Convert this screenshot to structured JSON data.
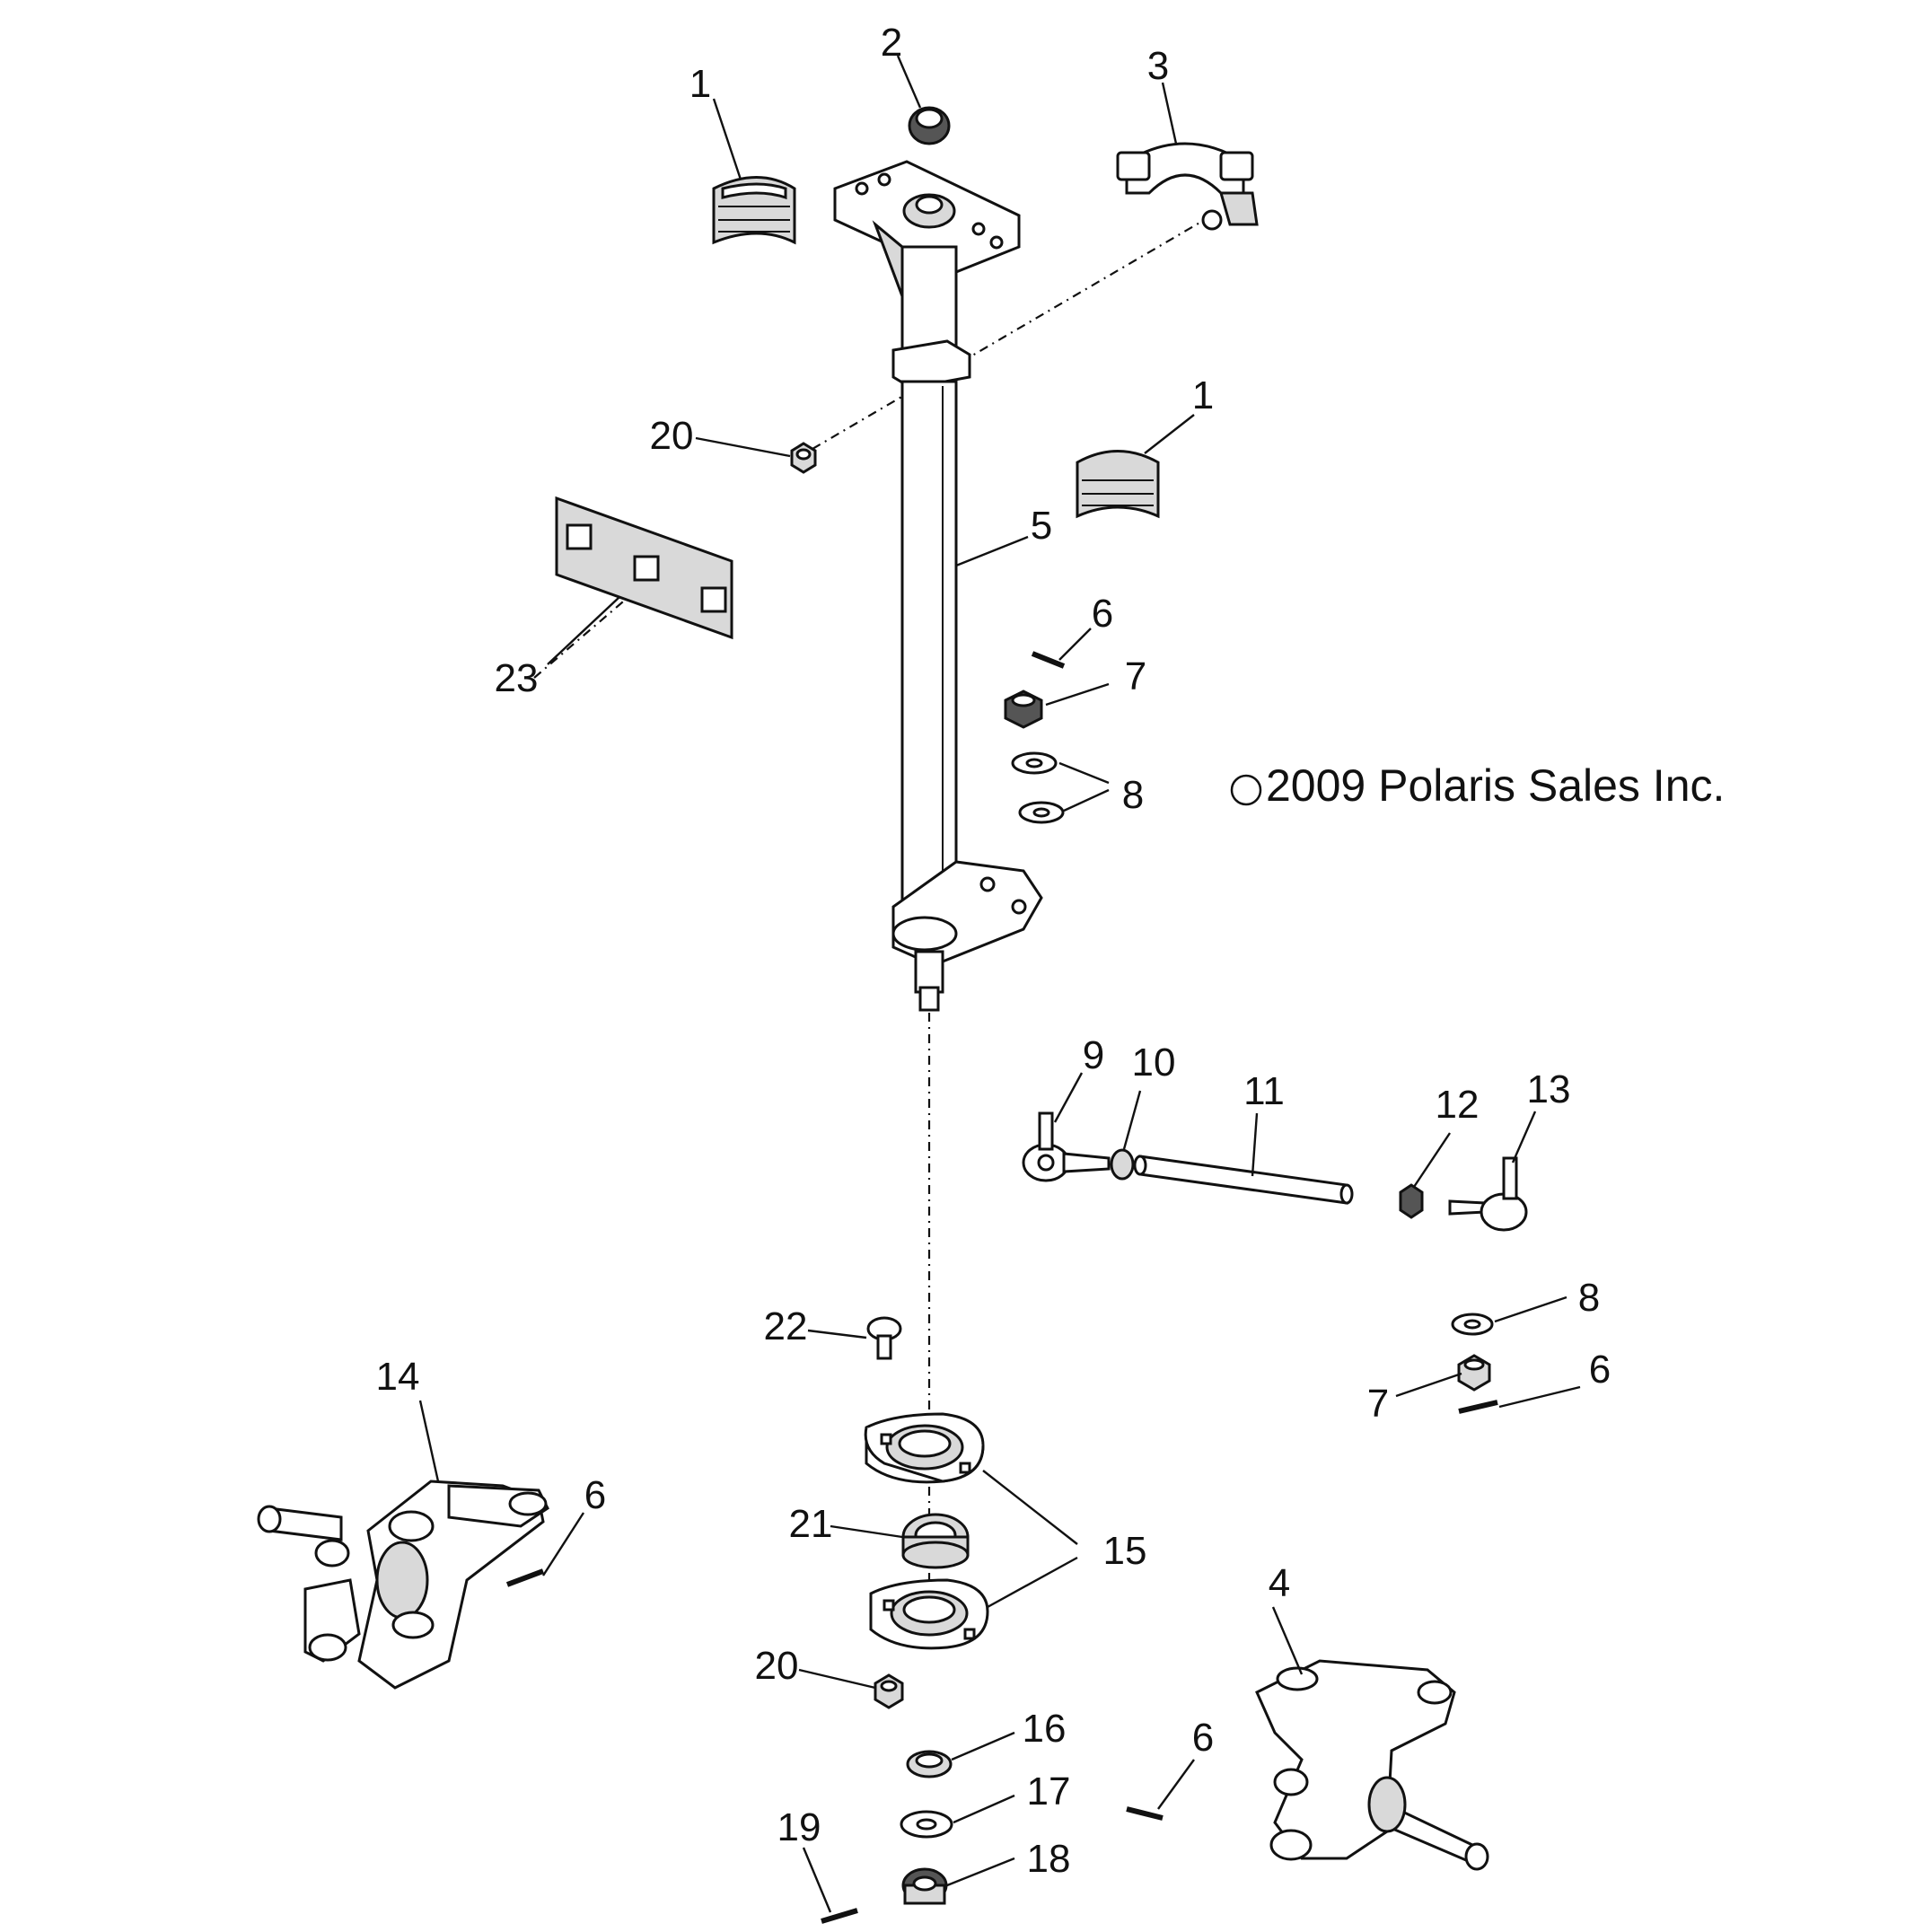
{
  "copyright": "2009 Polaris Sales Inc.",
  "copyright_symbol": "©",
  "labels": {
    "l1a": "1",
    "l1b": "1",
    "l2": "2",
    "l3": "3",
    "l4": "4",
    "l5": "5",
    "l6a": "6",
    "l6b": "6",
    "l6c": "6",
    "l6d": "6",
    "l7a": "7",
    "l7b": "7",
    "l8a": "8",
    "l8b": "8",
    "l9": "9",
    "l10": "10",
    "l11": "11",
    "l12": "12",
    "l13": "13",
    "l14": "14",
    "l15": "15",
    "l16": "16",
    "l17": "17",
    "l18": "18",
    "l19": "19",
    "l20a": "20",
    "l20b": "20",
    "l21": "21",
    "l22": "22",
    "l23": "23"
  }
}
